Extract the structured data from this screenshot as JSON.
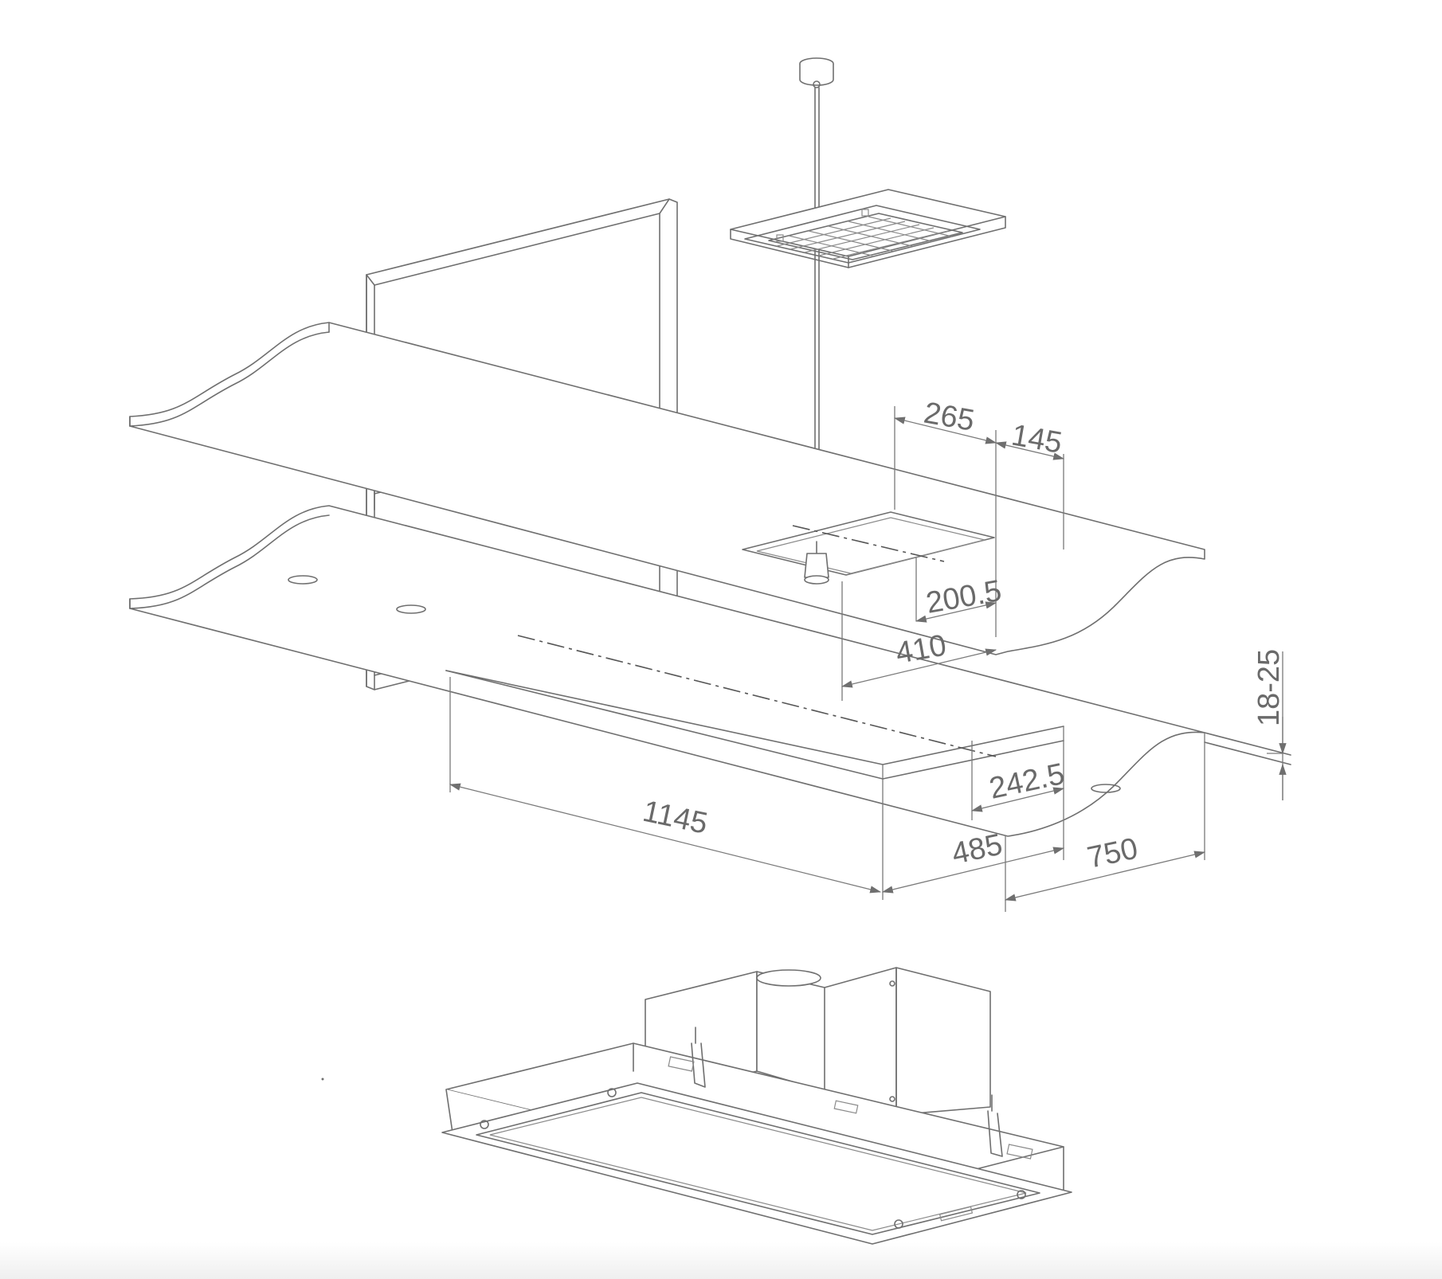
{
  "dimensions": {
    "d265": "265",
    "d145": "145",
    "d200_5": "200.5",
    "d410": "410",
    "d18_25": "18-25",
    "d242_5": "242.5",
    "d1145": "1145",
    "d485": "485",
    "d750": "750"
  }
}
